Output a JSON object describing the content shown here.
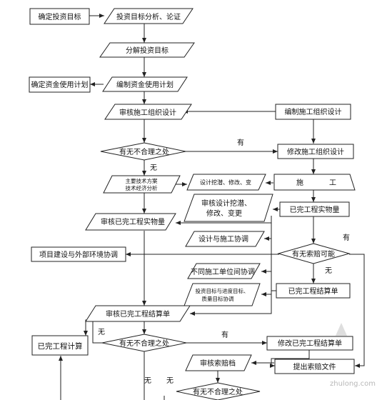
{
  "nodes": {
    "confirm_target": "确定投资目标",
    "target_analysis": "投资目标分析、论证",
    "decompose_target": "分解投资目标",
    "fund_plan": "确定资金使用计划",
    "compile_fund": "编制资金使用计划",
    "review_design": "审核施工组织设计",
    "compile_design": "编制施工组织设计",
    "check_unreasonable_1": "有无不合理之处",
    "modify_design": "修改施工组织设计",
    "tech_plan_line1": "主要技术方案",
    "tech_plan_line2": "技术经济分析",
    "design_dig": "设计挖潜、修改、变",
    "construction_a": "施",
    "construction_b": "工",
    "review_design_dig_line1": "审核设计挖潜、",
    "review_design_dig_line2": "修改、变更",
    "review_quantity": "审核已完工程实物量",
    "completed_quantity": "已完工程实物量",
    "design_coord": "设计与施工协调",
    "external_coord": "项目建设与外部环境协调",
    "claim_possible": "有无索赔可能",
    "unit_coord": "不同施工单位间协调",
    "progress_line1": "投资目标与进度目标、",
    "progress_line2": "质量目标协调",
    "completed_settlement": "已完工程结算单",
    "review_settlement": "审核已完工程结算单",
    "completed_calc": "已完工程计算",
    "check_unreasonable_2": "有无不合理之处",
    "modify_settlement": "修改已完工程结算单",
    "review_claim": "审核索赔档",
    "submit_claim": "提出索赔文件",
    "check_unreasonable_3": "有无不合理之处"
  },
  "edge_labels": {
    "yes_1": "有",
    "no_1": "无",
    "yes_2": "有",
    "no_2": "无",
    "no_3": "无",
    "yes_3": "有",
    "no_4": "无",
    "no_5": "无"
  },
  "watermark": "zhulong.com"
}
